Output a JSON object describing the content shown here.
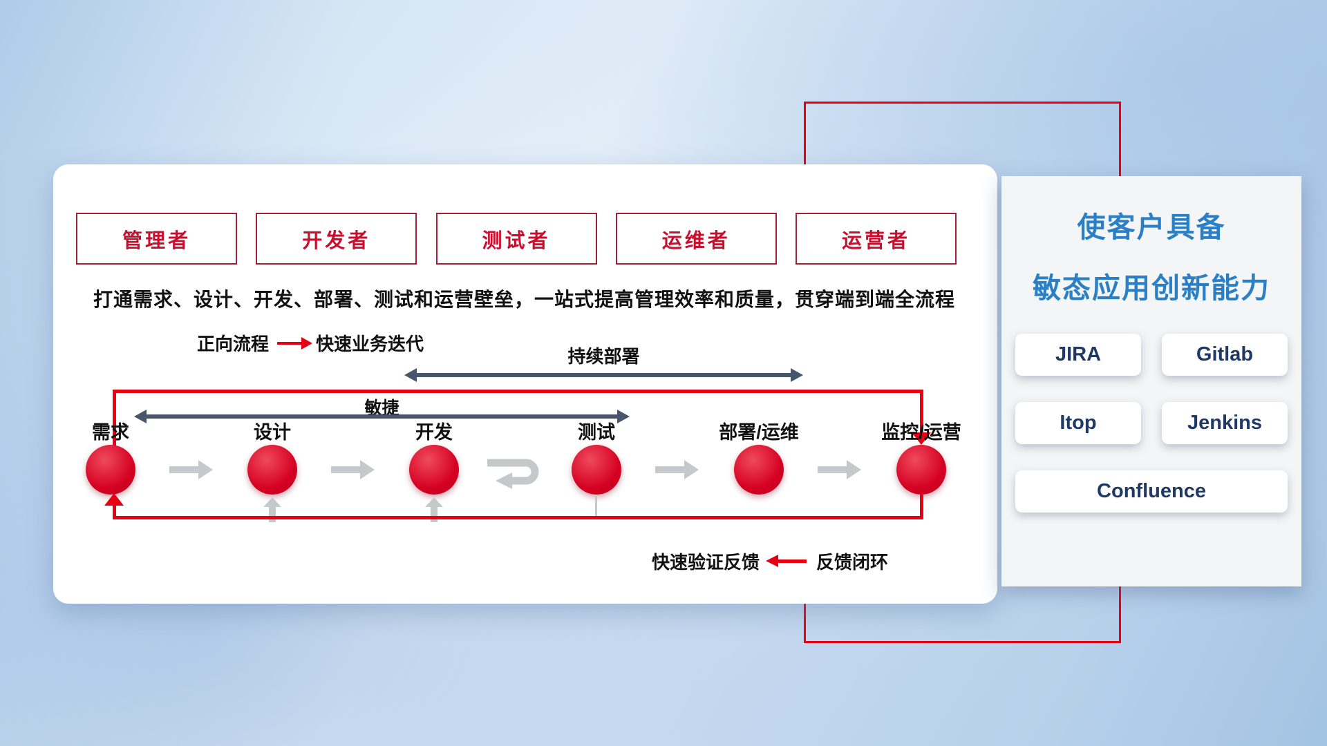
{
  "colors": {
    "red": "#e60012",
    "circle_red": "#d50022",
    "dark_arrow": "#47566a",
    "gray_arrow": "#c6c9cc",
    "title_blue": "#2b7fc4",
    "tool_text_navy": "#1f3864",
    "role_text_red": "#c8102e"
  },
  "roles": [
    "管理者",
    "开发者",
    "测试者",
    "运维者",
    "运营者"
  ],
  "subtitle": "打通需求、设计、开发、部署、测试和运营壁垒，一站式提高管理效率和质量，贯穿端到端全流程",
  "legend_forward": {
    "label": "正向流程",
    "desc": "快速业务迭代"
  },
  "flow": {
    "stages": [
      "需求",
      "设计",
      "开发",
      "测试",
      "部署/运维",
      "监控/运营"
    ],
    "agile_label": "敏捷",
    "continuous_deploy_label": "持续部署"
  },
  "legend_feedback": {
    "desc": "快速验证反馈",
    "label": "反馈闭环"
  },
  "right_panel": {
    "title_line1": "使客户具备",
    "title_line2": "敏态应用创新能力",
    "tools": [
      "JIRA",
      "Gitlab",
      "Itop",
      "Jenkins",
      "Confluence"
    ]
  }
}
